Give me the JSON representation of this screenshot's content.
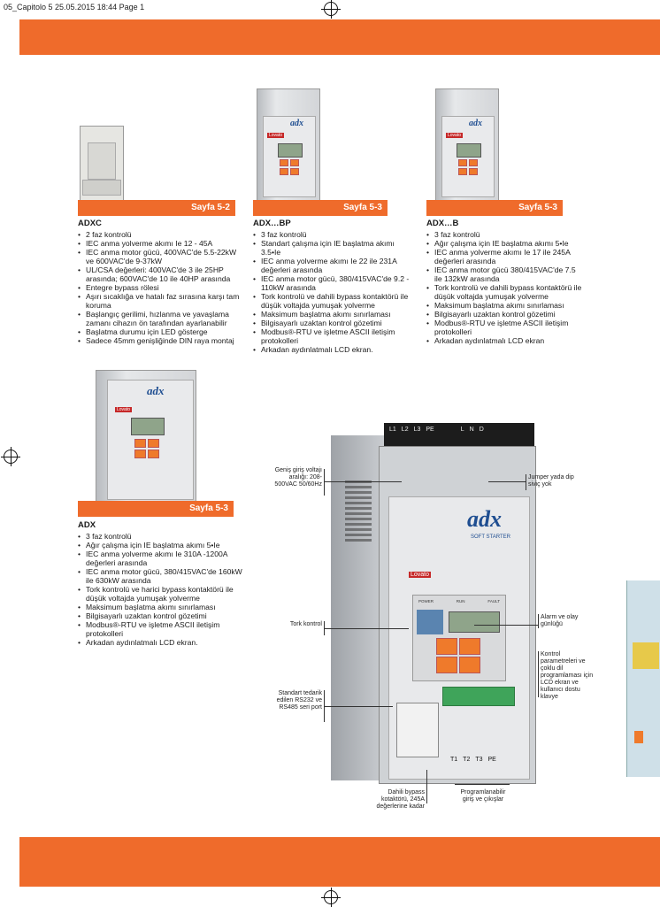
{
  "slug": "05_Capitolo 5  25.05.2015  18:44  Page 1",
  "products": [
    {
      "id": "adxc",
      "page_ref": "Sayfa 5-2",
      "title": "ADXC",
      "features": [
        "2 faz kontrolü",
        "IEC anma yolverme akımı Ie 12 - 45A",
        "IEC anma motor gücü, 400VAC'de 5.5-22kW ve 600VAC'de 9-37kW",
        "UL/CSA değerleri: 400VAC'de 3 ile 25HP arasında; 600VAC'de 10 ile 40HP arasında",
        "Entegre bypass rölesi",
        "Aşırı sıcaklığa ve hatalı faz sırasına karşı tam koruma",
        "Başlangıç gerilimi, hızlanma ve yavaşlama zamanı cihazın ön tarafından ayarlanabilir",
        "Başlatma durumu için LED gösterge",
        "Sadece 45mm genişliğinde DIN raya montaj"
      ]
    },
    {
      "id": "adxbp",
      "page_ref": "Sayfa 5-3",
      "title": "ADX…BP",
      "features": [
        "3 faz kontrolü",
        "Standart çalışma için IE başlatma akımı 3.5•Ie",
        "IEC anma yolverme akımı Ie 22 ile 231A değerleri arasında",
        "IEC anma motor gücü, 380/415VAC'de 9.2 - 110kW arasında",
        "Tork kontrolü ve dahili bypass kontaktörü ile düşük voltajda yumuşak yolverme",
        "Maksimum başlatma akımı sınırlaması",
        "Bilgisayarlı uzaktan kontrol gözetimi",
        "Modbus®-RTU ve işletme ASCII iletişim protokolleri",
        "Arkadan aydınlatmalı LCD ekran."
      ]
    },
    {
      "id": "adxb",
      "page_ref": "Sayfa 5-3",
      "title": "ADX…B",
      "features": [
        "3 faz kontrolü",
        "Ağır çalışma için IE başlatma akımı 5•Ie",
        "IEC anma yolverme akımı Ie 17 ile 245A değerleri arasında",
        "IEC anma motor gücü 380/415VAC'de 7.5 ile 132kW arasında",
        "Tork kontrolü ve dahili bypass kontaktörü ile düşük voltajda yumuşak yolverme",
        "Maksimum başlatma akımı sınırlaması",
        "Bilgisayarlı uzaktan kontrol gözetimi",
        "Modbus®-RTU ve işletme ASCII iletişim protokolleri",
        "Arkadan aydınlatmalı LCD ekran"
      ]
    },
    {
      "id": "adx",
      "page_ref": "Sayfa 5-3",
      "title": "ADX",
      "features": [
        "3 faz kontrolü",
        "Ağır çalışma için IE başlatma akımı 5•Ie",
        "IEC anma yolverme akımı Ie 310A -1200A değerleri arasında",
        "IEC anma motor gücü, 380/415VAC'de 160kW ile 630kW arasında",
        "Tork kontrolü ve harici bypass kontaktörü ile düşük voltajda yumuşak yolverme",
        "Maksimum başlatma akımı sınırlaması",
        "Bilgisayarlı uzaktan kontrol gözetimi",
        "Modbus®-RTU ve işletme ASCII iletişim protokolleri",
        "Arkadan aydınlatmalı LCD ekran."
      ]
    }
  ],
  "device_labels": {
    "brand_logo": "adx",
    "soft_starter": "SOFT STARTER",
    "lovato": "Lovato",
    "terminals_top": [
      "L1",
      "L2",
      "L3",
      "PE",
      "L",
      "N",
      "D"
    ],
    "terminals_bottom": [
      "T1",
      "T2",
      "T3",
      "PE"
    ],
    "led_labels": [
      "POWER",
      "RUN",
      "FAULT"
    ]
  },
  "callouts": {
    "wide_voltage": "Geniş giriş voltajı aralığı: 208-500VAC 50/60Hz",
    "no_jumper": "Jumper yada dip siviç yok",
    "torque": "Tork kontrol",
    "alarm": "Alarm ve olay günlüğü",
    "lcd_keypad": "Kontrol parametreleri ve çoklu dil programlaması için LCD ekran ve kullanıcı dostu klavye",
    "serial": "Standart tedarik edilen RS232 ve RS485 seri port",
    "bypass": "Dahili bypass kotaktörü, 245A değerlerine kadar",
    "io": "Programlanabilir giriş ve çıkışlar"
  },
  "colors": {
    "accent": "#ef6b2b",
    "logo": "#1f4e91"
  }
}
